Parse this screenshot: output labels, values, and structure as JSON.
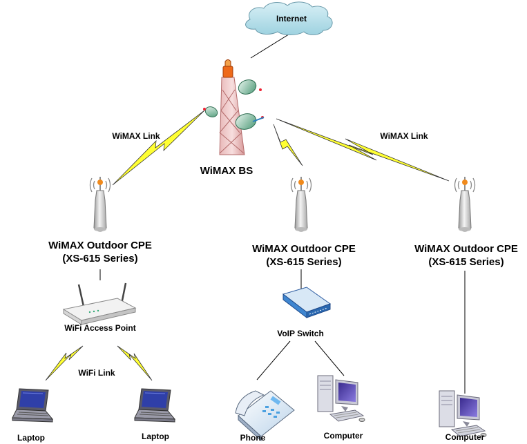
{
  "diagram": {
    "internet": "Internet",
    "base_station": "WiMAX BS",
    "link_left": "WiMAX Link",
    "link_right": "WiMAX Link",
    "cpe_left": {
      "name": "WiMAX Outdoor CPE",
      "series": "(XS-615 Series)"
    },
    "cpe_mid": {
      "name": "WiMAX Outdoor CPE",
      "series": "(XS-615 Series)"
    },
    "cpe_right": {
      "name": "WiMAX Outdoor CPE",
      "series": "(XS-615 Series)"
    },
    "access_point": "WiFi Access Point",
    "wifi_link": "WiFi Link",
    "voip_switch": "VoIP Switch",
    "laptop_left": "Laptop",
    "laptop_right": "Laptop",
    "phone": "Phone",
    "computer_mid": "Computer",
    "computer_right": "Computer"
  }
}
